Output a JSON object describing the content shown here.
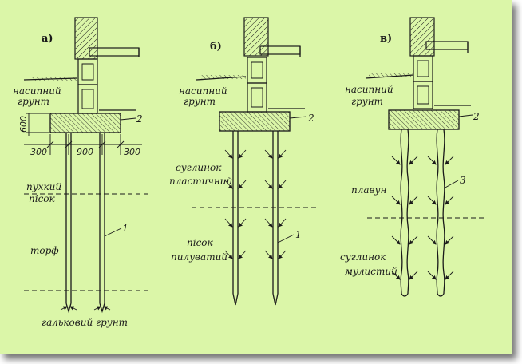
{
  "panels": {
    "a": {
      "label": "а)",
      "fill_soil": [
        "насипний",
        "грунт"
      ],
      "grillage_no": "2",
      "pile_no": "1",
      "dim_height": "600",
      "dims": [
        "300",
        "900",
        "300"
      ],
      "layer1": [
        "пухкий",
        "пісок"
      ],
      "layer2": "торф",
      "base": "гальковий грунт"
    },
    "b": {
      "label": "б)",
      "fill_soil": [
        "насипний",
        "грунт"
      ],
      "grillage_no": "2",
      "pile_no": "1",
      "layer1": [
        "суглинок",
        "пластичний"
      ],
      "layer2": [
        "пісок",
        "пилуватий"
      ]
    },
    "c": {
      "label": "в)",
      "fill_soil": [
        "насипний",
        "грунт"
      ],
      "grillage_no": "2",
      "pile_no": "3",
      "layer1": "плавун",
      "layer2": [
        "суглинок",
        "мулистий"
      ]
    }
  }
}
